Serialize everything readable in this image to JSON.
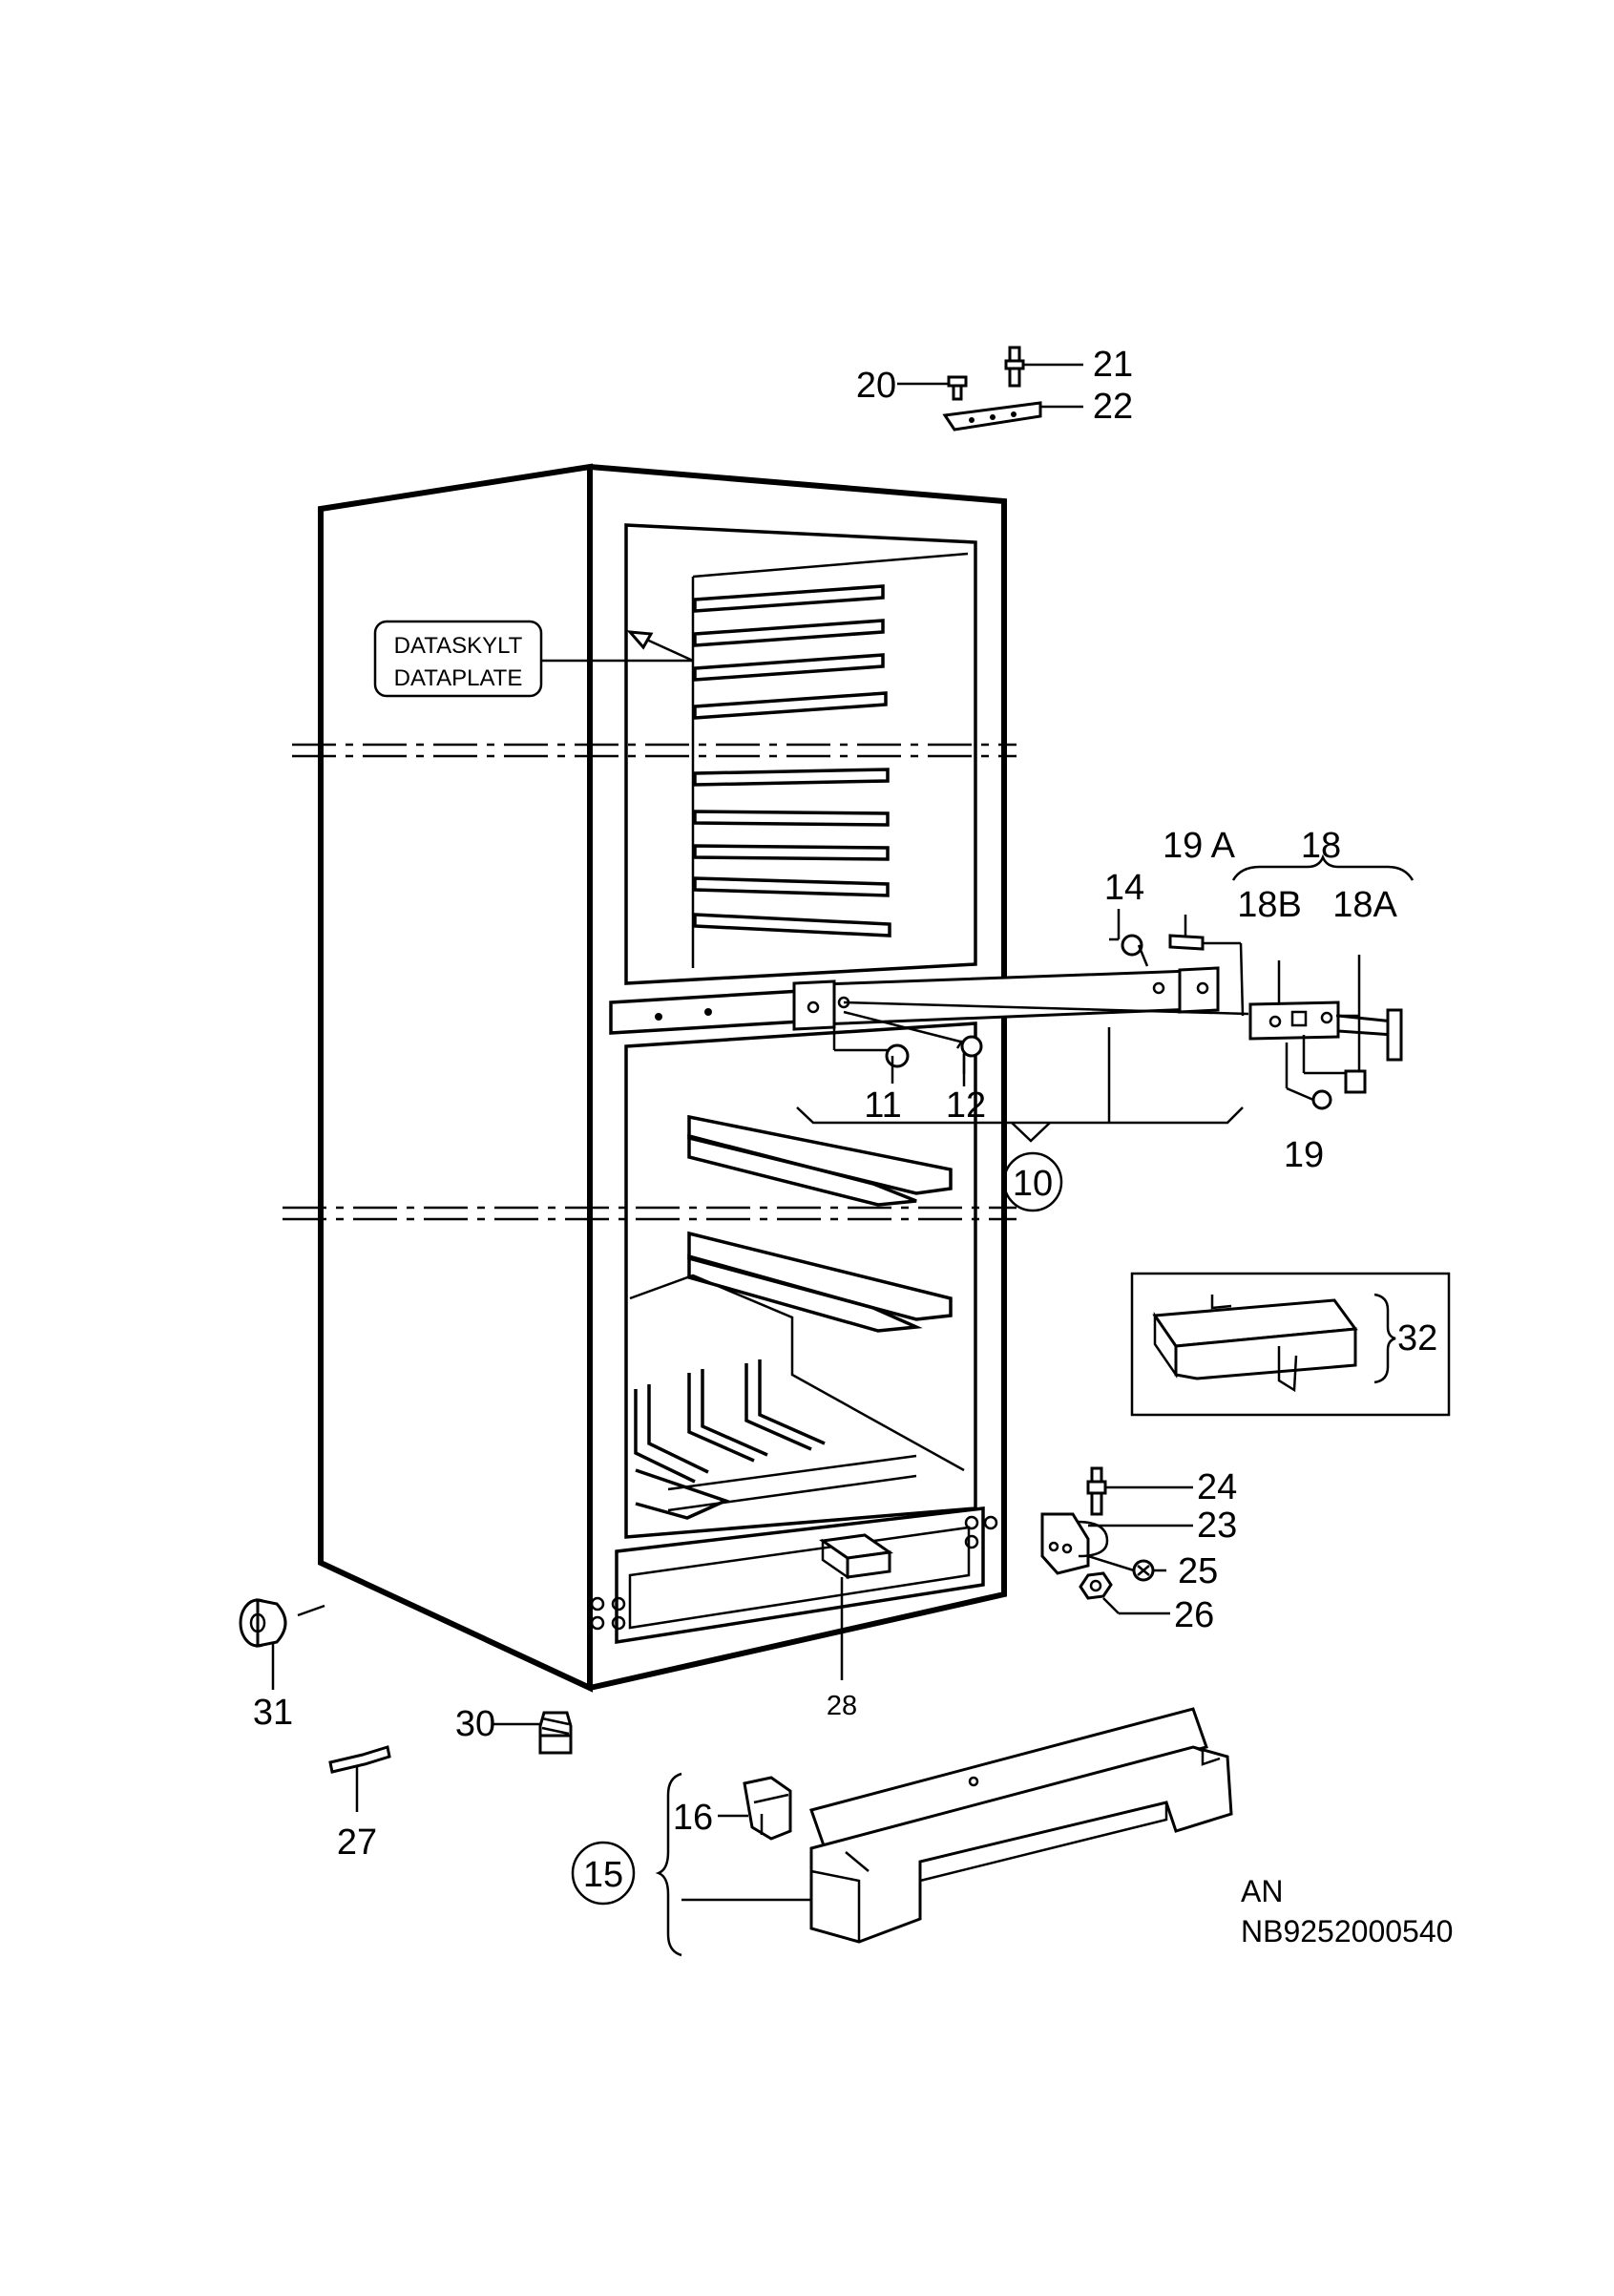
{
  "labels": {
    "p10": "10",
    "p11": "11",
    "p12": "12",
    "p14": "14",
    "p15": "15",
    "p16": "16",
    "p18": "18",
    "p18a": "18A",
    "p18b": "18B",
    "p19": "19",
    "p19a": "19 A",
    "p20": "20",
    "p21": "21",
    "p22": "22",
    "p23": "23",
    "p24": "24",
    "p25": "25",
    "p26": "26",
    "p27": "27",
    "p28": "28",
    "p30": "30",
    "p31": "31",
    "p32": "32"
  },
  "data_plate": {
    "line1": "DATASKYLT",
    "line2": "DATAPLATE"
  },
  "footer": {
    "line1": "AN",
    "line2": "NB9252000540"
  }
}
